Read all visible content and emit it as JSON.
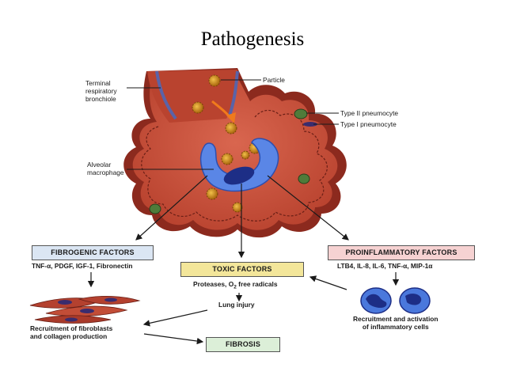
{
  "title": "Pathogenesis",
  "labels": {
    "terminal": [
      "Terminal",
      "respiratory",
      "bronchiole"
    ],
    "particle": "Particle",
    "type2": "Type II pneumocyte",
    "type1": "Type I pneumocyte",
    "alveolar": [
      "Alveolar",
      "macrophage"
    ]
  },
  "boxes": {
    "fibrogenic": {
      "title": "FIBROGENIC FACTORS",
      "items": "TNF-α, PDGF, IGF-1, Fibronectin",
      "color": "#dbe6f3"
    },
    "toxic": {
      "title": "TOXIC FACTORS",
      "items_pre": "Proteases, O",
      "items_sub": "2",
      "items_post": " free radicals",
      "color": "#f3e69a"
    },
    "proinflammatory": {
      "title": "PROINFLAMMATORY FACTORS",
      "items": "LTB4, IL-8, IL-6, TNF-α, MIP-1α",
      "color": "#f6d2d2"
    },
    "fibrosis": {
      "title": "FIBROSIS",
      "color": "#dcefd8"
    }
  },
  "notes": {
    "lung_injury": "Lung injury",
    "fibroblasts": [
      "Recruitment of fibroblasts",
      "and collagen production"
    ],
    "inflammatory": [
      "Recruitment and activation",
      "of inflammatory cells"
    ]
  },
  "colors": {
    "alveolus": "#c94e3a",
    "alveolus_dark": "#9a3324",
    "macrophage": "#4f7ee0",
    "nucleus": "#1d2e86",
    "particle": "#c98a16",
    "pneumocyte": "#4f7b3a",
    "fibroblast": "#b4412f"
  }
}
